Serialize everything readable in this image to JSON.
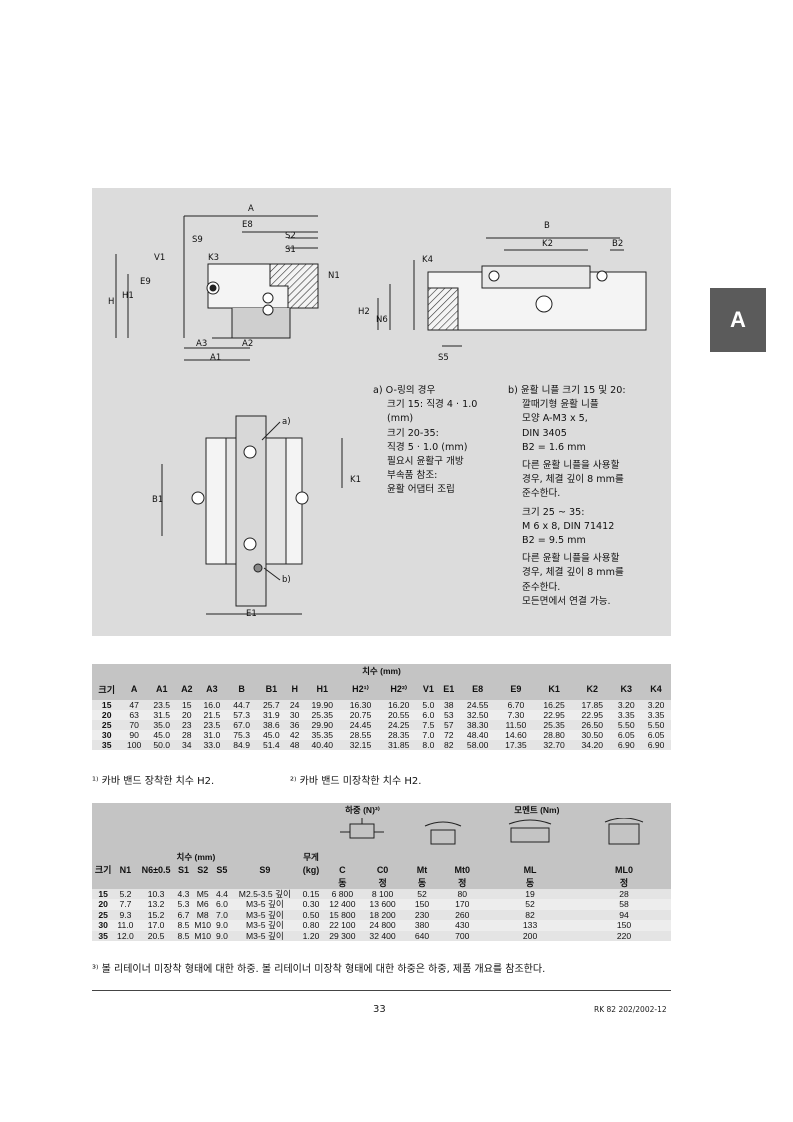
{
  "side_tab": "A",
  "drawing_labels": {
    "A": "A",
    "E8": "E8",
    "S2": "S2",
    "S1": "S1",
    "S9": "S9",
    "K3": "K3",
    "V1": "V1",
    "E9": "E9",
    "N1": "N1",
    "H": "H",
    "H1": "H1",
    "A3": "A3",
    "A2": "A2",
    "A1": "A1",
    "B": "B",
    "K2": "K2",
    "B2": "B2",
    "K4": "K4",
    "H2": "H2",
    "N6": "N6",
    "S5": "S5",
    "a": "a)",
    "b": "b)",
    "B1": "B1",
    "K1": "K1",
    "E1": "E1"
  },
  "note_a": [
    "a) O-링의 경우",
    "크기 15: 직경 4 · 1.0",
    "(mm)",
    "크기 20-35:",
    "직경 5 · 1.0 (mm)",
    "필요시 윤활구 개방",
    "부속품 참조:",
    "윤활 어댑터 조립"
  ],
  "note_b": [
    "b) 윤활 니플 크기 15 및 20:",
    "깔때기형 윤활 니플",
    "모양 A-M3 x 5,",
    "DIN 3405",
    "B2 = 1.6 mm",
    "다른 윤활 니플을 사용할",
    "경우, 체결 깊이 8 mm를",
    "준수한다.",
    "크기 25 ~ 35:",
    "M 6 x 8,  DIN 71412",
    "B2 = 9.5 mm",
    "다른 윤활 니플을 사용할",
    "경우, 체결 깊이 8 mm를",
    "준수한다.",
    "모든면에서 연결 가능."
  ],
  "table1": {
    "group_header": "치수 (mm)",
    "headers": [
      "크기",
      "A",
      "A1",
      "A2",
      "A3",
      "B",
      "B1",
      "H",
      "H1",
      "H2¹⁾",
      "H2²⁾",
      "V1",
      "E1",
      "",
      "E8",
      "E9",
      "K1",
      "K2",
      "K3",
      "K4"
    ],
    "rows": [
      [
        "15",
        "47",
        "23.5",
        "15",
        "16.0",
        "44.7",
        "25.7",
        "24",
        "19.90",
        "16.30",
        "16.20",
        "5.0",
        "38",
        "",
        "24.55",
        "6.70",
        "16.25",
        "17.85",
        "3.20",
        "3.20"
      ],
      [
        "20",
        "63",
        "31.5",
        "20",
        "21.5",
        "57.3",
        "31.9",
        "30",
        "25.35",
        "20.75",
        "20.55",
        "6.0",
        "53",
        "",
        "32.50",
        "7.30",
        "22.95",
        "22.95",
        "3.35",
        "3.35"
      ],
      [
        "25",
        "70",
        "35.0",
        "23",
        "23.5",
        "67.0",
        "38.6",
        "36",
        "29.90",
        "24.45",
        "24.25",
        "7.5",
        "57",
        "",
        "38.30",
        "11.50",
        "25.35",
        "26.50",
        "5.50",
        "5.50"
      ],
      [
        "30",
        "90",
        "45.0",
        "28",
        "31.0",
        "75.3",
        "45.0",
        "42",
        "35.35",
        "28.55",
        "28.35",
        "7.0",
        "72",
        "",
        "48.40",
        "14.60",
        "28.80",
        "30.50",
        "6.05",
        "6.05"
      ],
      [
        "35",
        "100",
        "50.0",
        "34",
        "33.0",
        "84.9",
        "51.4",
        "48",
        "40.40",
        "32.15",
        "31.85",
        "8.0",
        "82",
        "",
        "58.00",
        "17.35",
        "32.70",
        "34.20",
        "6.90",
        "6.90"
      ]
    ]
  },
  "footnote1": "¹⁾ 카바 밴드 장착한 치수 H2.",
  "footnote2": "²⁾ 카바 밴드 미장착한 치수 H2.",
  "table2": {
    "load_header": "하중 (N)³⁾",
    "moment_header": "모멘트 (Nm)",
    "dims_header": "치수 (mm)",
    "weight_header": "무게",
    "weight_unit": "(kg)",
    "headers": [
      "크기",
      "N1",
      "",
      "N6±0.5",
      "S1",
      "S2",
      "S5",
      "S9",
      "(kg)",
      "C",
      "C0",
      "Mt",
      "Mt0",
      "ML",
      "ML0"
    ],
    "subheaders": [
      "",
      "",
      "",
      "",
      "",
      "",
      "",
      "",
      "",
      "동",
      "정",
      "동",
      "정",
      "동",
      "정"
    ],
    "rows": [
      [
        "15",
        "5.2",
        "",
        "10.3",
        "4.3",
        "M5",
        "4.4",
        "M2.5-3.5 깊이",
        "0.15",
        "6 800",
        "8 100",
        "52",
        "80",
        "19",
        "28"
      ],
      [
        "20",
        "7.7",
        "",
        "13.2",
        "5.3",
        "M6",
        "6.0",
        "M3-5 깊이",
        "0.30",
        "12 400",
        "13 600",
        "150",
        "170",
        "52",
        "58"
      ],
      [
        "25",
        "9.3",
        "",
        "15.2",
        "6.7",
        "M8",
        "7.0",
        "M3-5 깊이",
        "0.50",
        "15 800",
        "18 200",
        "230",
        "260",
        "82",
        "94"
      ],
      [
        "30",
        "11.0",
        "",
        "17.0",
        "8.5",
        "M10",
        "9.0",
        "M3-5 깊이",
        "0.80",
        "22 100",
        "24 800",
        "380",
        "430",
        "133",
        "150"
      ],
      [
        "35",
        "12.0",
        "",
        "20.5",
        "8.5",
        "M10",
        "9.0",
        "M3-5 깊이",
        "1.20",
        "29 300",
        "32 400",
        "640",
        "700",
        "200",
        "220"
      ]
    ]
  },
  "footnote3": "³⁾ 볼 리테이너 미장착 형태에 대한 하중. 볼 리테이너 미장착 형태에 대한 하중은 하중, 제품 개요를 참조한다.",
  "page_number": "33",
  "doc_ref": "RK 82 202/2002-12"
}
